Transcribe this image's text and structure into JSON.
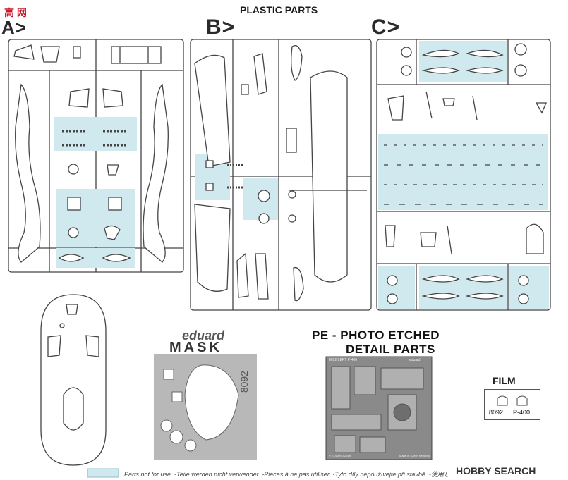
{
  "header": {
    "brand_top": "高 网",
    "title": "PLASTIC PARTS"
  },
  "sprues": {
    "a_label": "A>",
    "b_label": "B>",
    "c_label": "C>"
  },
  "mask": {
    "brand": "eduard",
    "label": "MASK",
    "code": "8092"
  },
  "photo_etched": {
    "title_line1": "PE - PHOTO ETCHED",
    "title_line2": "DETAIL  PARTS",
    "fret_code": "8092-LEPT  P-400",
    "fret_brand": "eduard",
    "fret_copyright": "© EDUARD 2019",
    "fret_origin": "Made in Czech Republic"
  },
  "film": {
    "label": "FILM",
    "code": "8092",
    "model": "P-400"
  },
  "legend": {
    "text": "Parts not for use. -Teile werden nicht verwendet. -Pièces à ne pas utiliser. -Tyto díly nepoužívejte při stavbě. -使用しない部品",
    "swatch_color": "#cfe9ef"
  },
  "watermark": {
    "text": "HOBBY SEARCH"
  },
  "colors": {
    "highlight": "#cfe9ef",
    "line": "#444444",
    "mask_bg": "#b8b8b8",
    "pe_bg": "#8a8a8a"
  }
}
